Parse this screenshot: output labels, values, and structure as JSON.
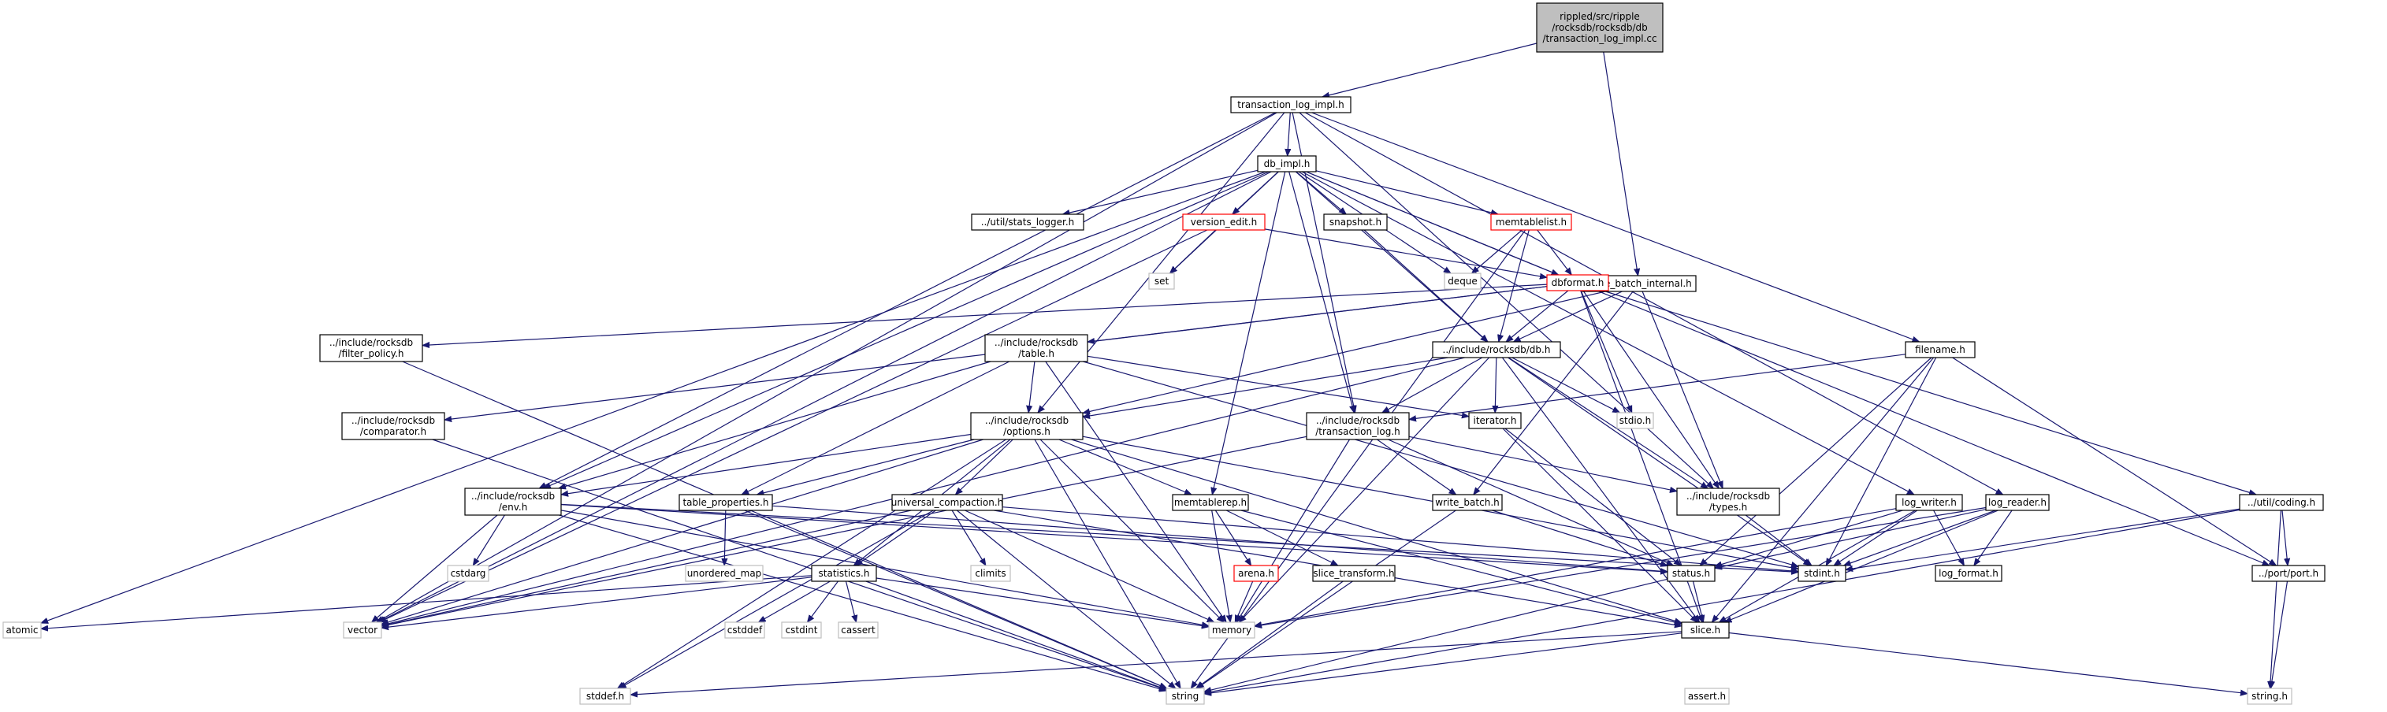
{
  "colors": {
    "edge": "#191970",
    "node_border_default": "#000000",
    "node_border_red": "#ff0000",
    "node_border_grey": "#bfbfbf",
    "root_fill": "#bfbfbf",
    "node_fill": "#ffffff"
  },
  "nodes": [
    {
      "id": "root",
      "lines": [
        "rippled/src/ripple",
        "/rocksdb/rocksdb/db",
        "/transaction_log_impl.cc"
      ],
      "style": "root"
    },
    {
      "id": "tli",
      "lines": [
        "transaction_log_impl.h"
      ],
      "style": "default"
    },
    {
      "id": "dbimpl",
      "lines": [
        "db_impl.h"
      ],
      "style": "default"
    },
    {
      "id": "wbi",
      "lines": [
        "write_batch_internal.h"
      ],
      "style": "default"
    },
    {
      "id": "statslogger",
      "lines": [
        "../util/stats_logger.h"
      ],
      "style": "default"
    },
    {
      "id": "versionedit",
      "lines": [
        "version_edit.h"
      ],
      "style": "red"
    },
    {
      "id": "snapshot",
      "lines": [
        "snapshot.h"
      ],
      "style": "default"
    },
    {
      "id": "memtablelist",
      "lines": [
        "memtablelist.h"
      ],
      "style": "red"
    },
    {
      "id": "set",
      "lines": [
        "set"
      ],
      "style": "grey"
    },
    {
      "id": "deque",
      "lines": [
        "deque"
      ],
      "style": "grey"
    },
    {
      "id": "dbformat",
      "lines": [
        "dbformat.h"
      ],
      "style": "red"
    },
    {
      "id": "filterpolicy",
      "lines": [
        "../include/rocksdb",
        "/filter_policy.h"
      ],
      "style": "default"
    },
    {
      "id": "table",
      "lines": [
        "../include/rocksdb",
        "/table.h"
      ],
      "style": "default"
    },
    {
      "id": "incdb",
      "lines": [
        "../include/rocksdb/db.h"
      ],
      "style": "default"
    },
    {
      "id": "filename",
      "lines": [
        "filename.h"
      ],
      "style": "default"
    },
    {
      "id": "comparator",
      "lines": [
        "../include/rocksdb",
        "/comparator.h"
      ],
      "style": "default"
    },
    {
      "id": "options",
      "lines": [
        "../include/rocksdb",
        "/options.h"
      ],
      "style": "default"
    },
    {
      "id": "iterator",
      "lines": [
        "iterator.h"
      ],
      "style": "default"
    },
    {
      "id": "stdio",
      "lines": [
        "stdio.h"
      ],
      "style": "grey"
    },
    {
      "id": "translog",
      "lines": [
        "../include/rocksdb",
        "/transaction_log.h"
      ],
      "style": "default"
    },
    {
      "id": "env",
      "lines": [
        "../include/rocksdb",
        "/env.h"
      ],
      "style": "default"
    },
    {
      "id": "tableprops",
      "lines": [
        "table_properties.h"
      ],
      "style": "default"
    },
    {
      "id": "univcomp",
      "lines": [
        "universal_compaction.h"
      ],
      "style": "default"
    },
    {
      "id": "memtablerep",
      "lines": [
        "memtablerep.h"
      ],
      "style": "default"
    },
    {
      "id": "writebatch",
      "lines": [
        "write_batch.h"
      ],
      "style": "default"
    },
    {
      "id": "types",
      "lines": [
        "../include/rocksdb",
        "/types.h"
      ],
      "style": "default"
    },
    {
      "id": "logwriter",
      "lines": [
        "log_writer.h"
      ],
      "style": "default"
    },
    {
      "id": "logreader",
      "lines": [
        "log_reader.h"
      ],
      "style": "default"
    },
    {
      "id": "coding",
      "lines": [
        "../util/coding.h"
      ],
      "style": "default"
    },
    {
      "id": "cstdarg",
      "lines": [
        "cstdarg"
      ],
      "style": "grey"
    },
    {
      "id": "unorderedmap",
      "lines": [
        "unordered_map"
      ],
      "style": "grey"
    },
    {
      "id": "climits",
      "lines": [
        "climits"
      ],
      "style": "grey"
    },
    {
      "id": "arena",
      "lines": [
        "arena.h"
      ],
      "style": "red"
    },
    {
      "id": "slicetransform",
      "lines": [
        "slice_transform.h"
      ],
      "style": "default"
    },
    {
      "id": "status",
      "lines": [
        "status.h"
      ],
      "style": "default"
    },
    {
      "id": "stdint",
      "lines": [
        "stdint.h"
      ],
      "style": "default"
    },
    {
      "id": "logformat",
      "lines": [
        "log_format.h"
      ],
      "style": "default"
    },
    {
      "id": "portport",
      "lines": [
        "../port/port.h"
      ],
      "style": "default"
    },
    {
      "id": "statistics",
      "lines": [
        "statistics.h"
      ],
      "style": "default"
    },
    {
      "id": "atomic",
      "lines": [
        "atomic"
      ],
      "style": "grey"
    },
    {
      "id": "vector",
      "lines": [
        "vector"
      ],
      "style": "grey"
    },
    {
      "id": "cstddef",
      "lines": [
        "cstddef"
      ],
      "style": "grey"
    },
    {
      "id": "cstdint",
      "lines": [
        "cstdint"
      ],
      "style": "grey"
    },
    {
      "id": "cassert",
      "lines": [
        "cassert"
      ],
      "style": "grey"
    },
    {
      "id": "memory",
      "lines": [
        "memory"
      ],
      "style": "grey"
    },
    {
      "id": "slice",
      "lines": [
        "slice.h"
      ],
      "style": "default"
    },
    {
      "id": "stddef",
      "lines": [
        "stddef.h"
      ],
      "style": "grey"
    },
    {
      "id": "string",
      "lines": [
        "string"
      ],
      "style": "grey"
    },
    {
      "id": "asserth",
      "lines": [
        "assert.h"
      ],
      "style": "grey"
    },
    {
      "id": "stringh",
      "lines": [
        "string.h"
      ],
      "style": "grey"
    }
  ],
  "edges": [
    [
      "root",
      "tli"
    ],
    [
      "root",
      "wbi"
    ],
    [
      "tli",
      "dbimpl"
    ],
    [
      "tli",
      "vector"
    ],
    [
      "tli",
      "env"
    ],
    [
      "tli",
      "options"
    ],
    [
      "tli",
      "translog"
    ],
    [
      "tli",
      "types"
    ],
    [
      "tli",
      "filename"
    ],
    [
      "tli",
      "logreader"
    ],
    [
      "dbimpl",
      "atomic"
    ],
    [
      "dbimpl",
      "deque"
    ],
    [
      "dbimpl",
      "set"
    ],
    [
      "dbimpl",
      "vector"
    ],
    [
      "dbimpl",
      "statslogger"
    ],
    [
      "dbimpl",
      "versionedit"
    ],
    [
      "dbimpl",
      "snapshot"
    ],
    [
      "dbimpl",
      "memtablelist"
    ],
    [
      "dbimpl",
      "dbformat"
    ],
    [
      "dbimpl",
      "incdb"
    ],
    [
      "dbimpl",
      "env"
    ],
    [
      "dbimpl",
      "memtablerep"
    ],
    [
      "dbimpl",
      "translog"
    ],
    [
      "dbimpl",
      "logwriter"
    ],
    [
      "dbimpl",
      "portport"
    ],
    [
      "versionedit",
      "set"
    ],
    [
      "versionedit",
      "vector"
    ],
    [
      "versionedit",
      "dbformat"
    ],
    [
      "snapshot",
      "incdb"
    ],
    [
      "memtablelist",
      "deque"
    ],
    [
      "memtablelist",
      "dbformat"
    ],
    [
      "memtablelist",
      "incdb"
    ],
    [
      "memtablelist",
      "string"
    ],
    [
      "wbi",
      "incdb"
    ],
    [
      "wbi",
      "options"
    ],
    [
      "wbi",
      "writebatch"
    ],
    [
      "wbi",
      "types"
    ],
    [
      "dbformat",
      "filterpolicy"
    ],
    [
      "dbformat",
      "comparator"
    ],
    [
      "dbformat",
      "table"
    ],
    [
      "dbformat",
      "incdb"
    ],
    [
      "dbformat",
      "stdio"
    ],
    [
      "dbformat",
      "types"
    ],
    [
      "dbformat",
      "coding"
    ],
    [
      "dbformat",
      "slice"
    ],
    [
      "filterpolicy",
      "string"
    ],
    [
      "comparator",
      "string"
    ],
    [
      "table",
      "options"
    ],
    [
      "table",
      "env"
    ],
    [
      "table",
      "iterator"
    ],
    [
      "table",
      "tableprops"
    ],
    [
      "table",
      "memory"
    ],
    [
      "table",
      "stdint"
    ],
    [
      "incdb",
      "options"
    ],
    [
      "incdb",
      "iterator"
    ],
    [
      "incdb",
      "translog"
    ],
    [
      "incdb",
      "stdio"
    ],
    [
      "incdb",
      "types"
    ],
    [
      "incdb",
      "stdint"
    ],
    [
      "incdb",
      "memory"
    ],
    [
      "incdb",
      "vector"
    ],
    [
      "incdb",
      "slice"
    ],
    [
      "filename",
      "translog"
    ],
    [
      "filename",
      "status"
    ],
    [
      "filename",
      "stdint"
    ],
    [
      "filename",
      "slice"
    ],
    [
      "filename",
      "portport"
    ],
    [
      "options",
      "env"
    ],
    [
      "options",
      "tableprops"
    ],
    [
      "options",
      "univcomp"
    ],
    [
      "options",
      "memtablerep"
    ],
    [
      "options",
      "statistics"
    ],
    [
      "options",
      "stddef"
    ],
    [
      "options",
      "vector"
    ],
    [
      "options",
      "memory"
    ],
    [
      "options",
      "string"
    ],
    [
      "options",
      "stdint"
    ],
    [
      "options",
      "slice"
    ],
    [
      "iterator",
      "status"
    ],
    [
      "iterator",
      "slice"
    ],
    [
      "translog",
      "writebatch"
    ],
    [
      "translog",
      "status"
    ],
    [
      "translog",
      "types"
    ],
    [
      "translog",
      "memory"
    ],
    [
      "translog",
      "vector"
    ],
    [
      "env",
      "cstdarg"
    ],
    [
      "env",
      "vector"
    ],
    [
      "env",
      "status"
    ],
    [
      "env",
      "memory"
    ],
    [
      "env",
      "string"
    ],
    [
      "env",
      "stdint"
    ],
    [
      "tableprops",
      "unorderedmap"
    ],
    [
      "tableprops",
      "status"
    ],
    [
      "tableprops",
      "string"
    ],
    [
      "univcomp",
      "statistics"
    ],
    [
      "univcomp",
      "climits"
    ],
    [
      "univcomp",
      "stdint"
    ],
    [
      "univcomp",
      "vector"
    ],
    [
      "univcomp",
      "memory"
    ],
    [
      "univcomp",
      "string"
    ],
    [
      "univcomp",
      "stddef"
    ],
    [
      "univcomp",
      "slice"
    ],
    [
      "memtablerep",
      "arena"
    ],
    [
      "memtablerep",
      "slicetransform"
    ],
    [
      "memtablerep",
      "memory"
    ],
    [
      "memtablerep",
      "slice"
    ],
    [
      "writebatch",
      "status"
    ],
    [
      "writebatch",
      "string"
    ],
    [
      "types",
      "stdint"
    ],
    [
      "logwriter",
      "stdint"
    ],
    [
      "logwriter",
      "status"
    ],
    [
      "logwriter",
      "logformat"
    ],
    [
      "logwriter",
      "slice"
    ],
    [
      "logwriter",
      "memory"
    ],
    [
      "logreader",
      "stdint"
    ],
    [
      "logreader",
      "logformat"
    ],
    [
      "logreader",
      "status"
    ],
    [
      "logreader",
      "slice"
    ],
    [
      "logreader",
      "memory"
    ],
    [
      "coding",
      "stdint"
    ],
    [
      "coding",
      "portport"
    ],
    [
      "coding",
      "stringh"
    ],
    [
      "coding",
      "string"
    ],
    [
      "arena",
      "memory"
    ],
    [
      "slicetransform",
      "string"
    ],
    [
      "status",
      "string"
    ],
    [
      "status",
      "slice"
    ],
    [
      "statistics",
      "atomic"
    ],
    [
      "statistics",
      "cstddef"
    ],
    [
      "statistics",
      "cstdint"
    ],
    [
      "statistics",
      "cassert"
    ],
    [
      "statistics",
      "vector"
    ],
    [
      "statistics",
      "memory"
    ],
    [
      "statistics",
      "string"
    ],
    [
      "slice",
      "assert"
    ],
    [
      "slice",
      "stddef"
    ],
    [
      "slice",
      "string"
    ],
    [
      "slice",
      "stringh"
    ],
    [
      "portport",
      "stringh"
    ]
  ]
}
